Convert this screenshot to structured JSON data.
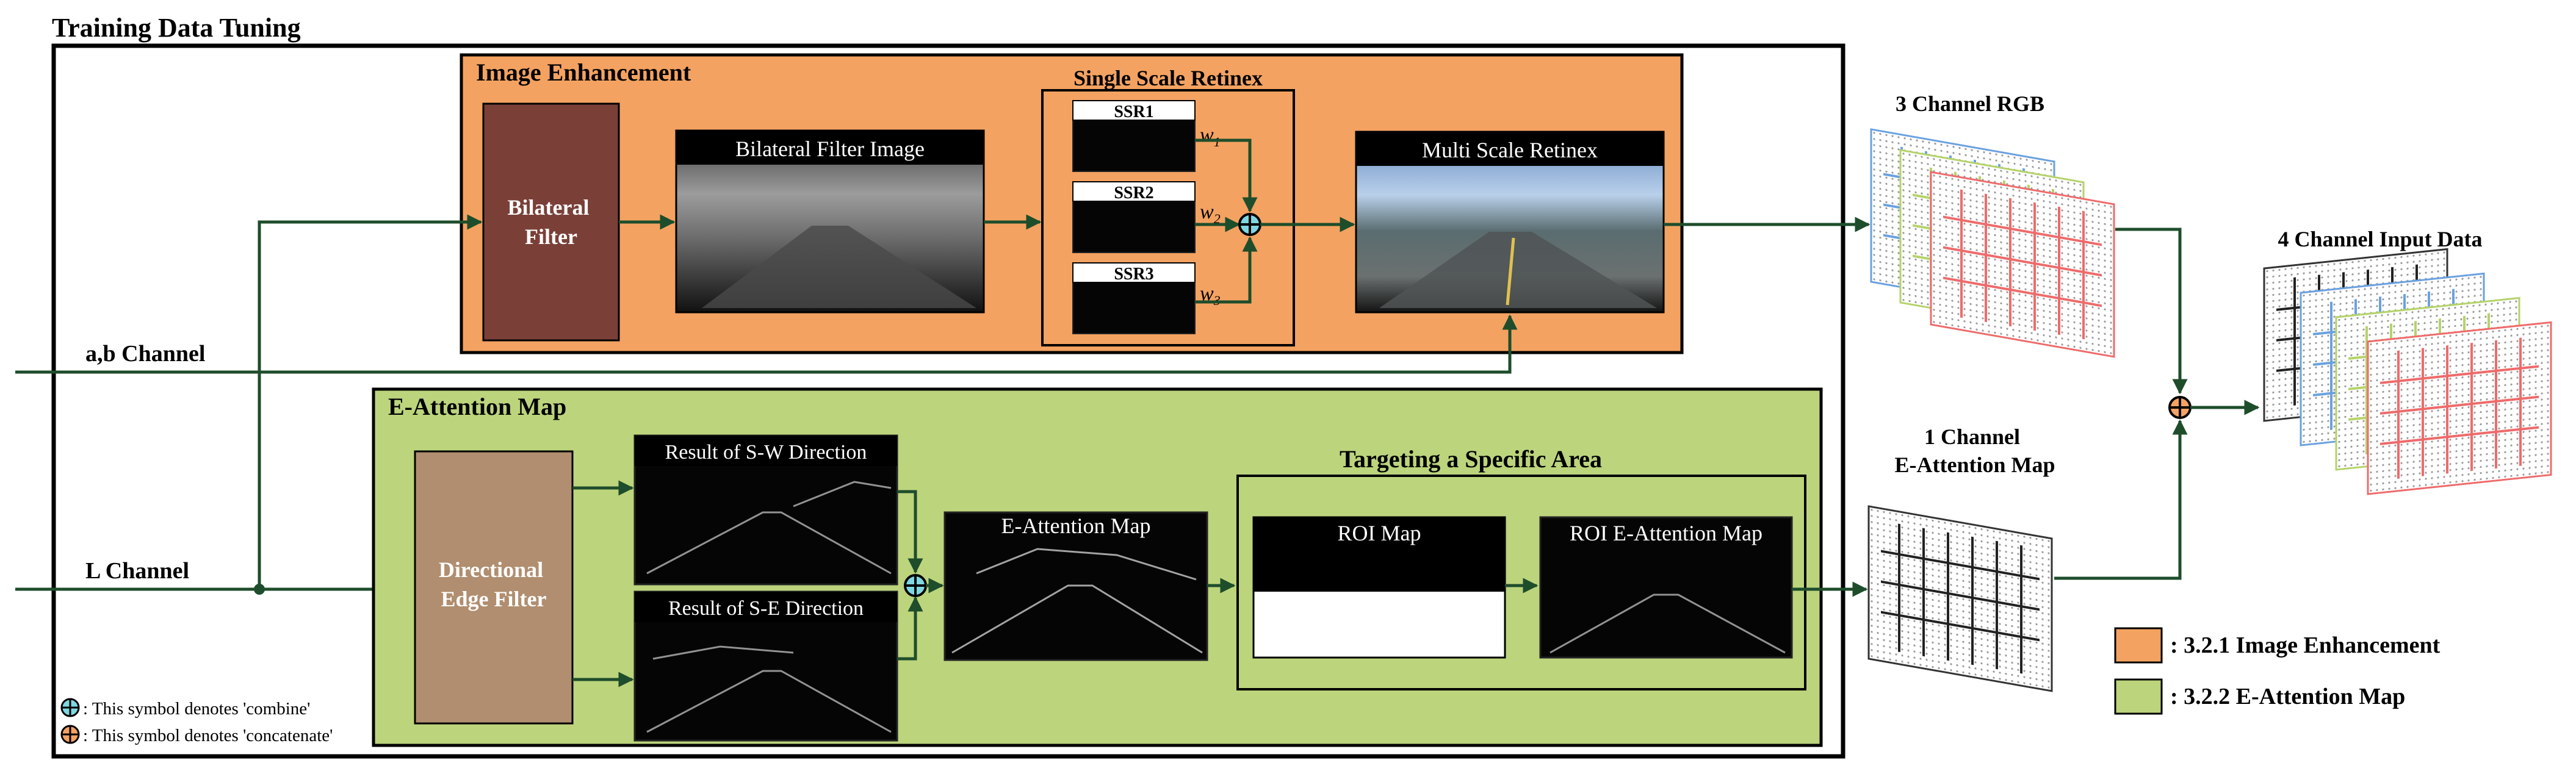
{
  "title": "Training Data Tuning",
  "colors": {
    "enhancement": "#f4a261",
    "attention": "#bcd47c",
    "bilateral_box": "#7a4038",
    "edge_box": "#b08e6f",
    "arrow": "#1e4d2b"
  },
  "inputs": {
    "ab": "a,b Channel",
    "l": "L Channel"
  },
  "enhancement": {
    "title": "Image Enhancement",
    "bilateral_filter": [
      "Bilateral",
      "Filter"
    ],
    "bilateral_image": "Bilateral Filter Image",
    "ssr_title": "Single Scale Retinex",
    "ssr": [
      "SSR1",
      "SSR2",
      "SSR3"
    ],
    "weights": [
      "w",
      "w",
      "w"
    ],
    "weight_subs": [
      "1",
      "2",
      "3"
    ],
    "msr": "Multi Scale Retinex"
  },
  "attention": {
    "title": "E-Attention Map",
    "edge_filter": [
      "Directional",
      "Edge Filter"
    ],
    "sw": "Result of S-W Direction",
    "se": "Result of S-E Direction",
    "map": "E-Attention Map",
    "target_title": "Targeting a Specific Area",
    "roi_map": "ROI Map",
    "roi_eattention": "ROI E-Attention Map"
  },
  "outputs": {
    "rgb": "3 Channel RGB",
    "eattention": [
      "1 Channel",
      "E-Attention Map"
    ],
    "input4": "4 Channel Input Data"
  },
  "symbols": {
    "combine": ": This symbol denotes 'combine'",
    "concatenate": ": This symbol denotes 'concatenate'"
  },
  "legend": [
    {
      "label": ": 3.2.1 Image Enhancement",
      "color": "#f4a261"
    },
    {
      "label": ": 3.2.2 E-Attention Map",
      "color": "#bcd47c"
    }
  ],
  "icons": [
    "combine-icon",
    "concatenate-icon",
    "arrow-icon"
  ]
}
